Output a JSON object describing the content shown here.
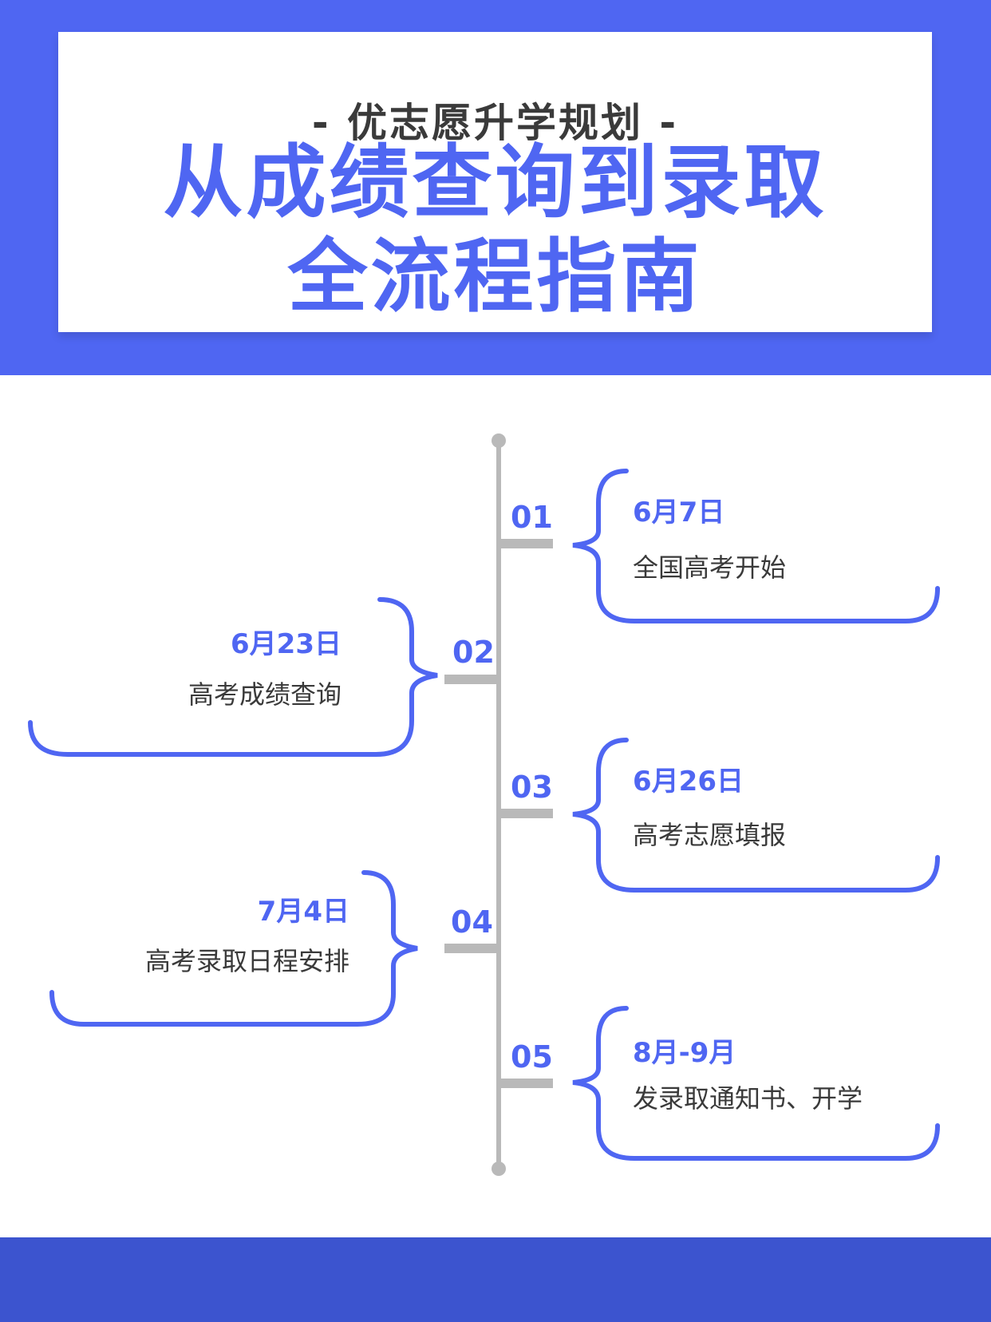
{
  "header": {
    "subtitle": "- 优志愿升学规划 -",
    "title_line1": "从成绩查询到录取",
    "title_line2": "全流程指南"
  },
  "timeline": [
    {
      "number": "01",
      "date": "6月7日",
      "event": "全国高考开始"
    },
    {
      "number": "02",
      "date": "6月23日",
      "event": "高考成绩查询"
    },
    {
      "number": "03",
      "date": "6月26日",
      "event": "高考志愿填报"
    },
    {
      "number": "04",
      "date": "7月4日",
      "event": "高考录取日程安排"
    },
    {
      "number": "05",
      "date": "8月-9月",
      "event": "发录取通知书、开学"
    }
  ],
  "colors": {
    "accent": "#4f66f2",
    "footer": "#3c54cf",
    "axis": "#b9b9b9",
    "text": "#3a3a3a"
  }
}
